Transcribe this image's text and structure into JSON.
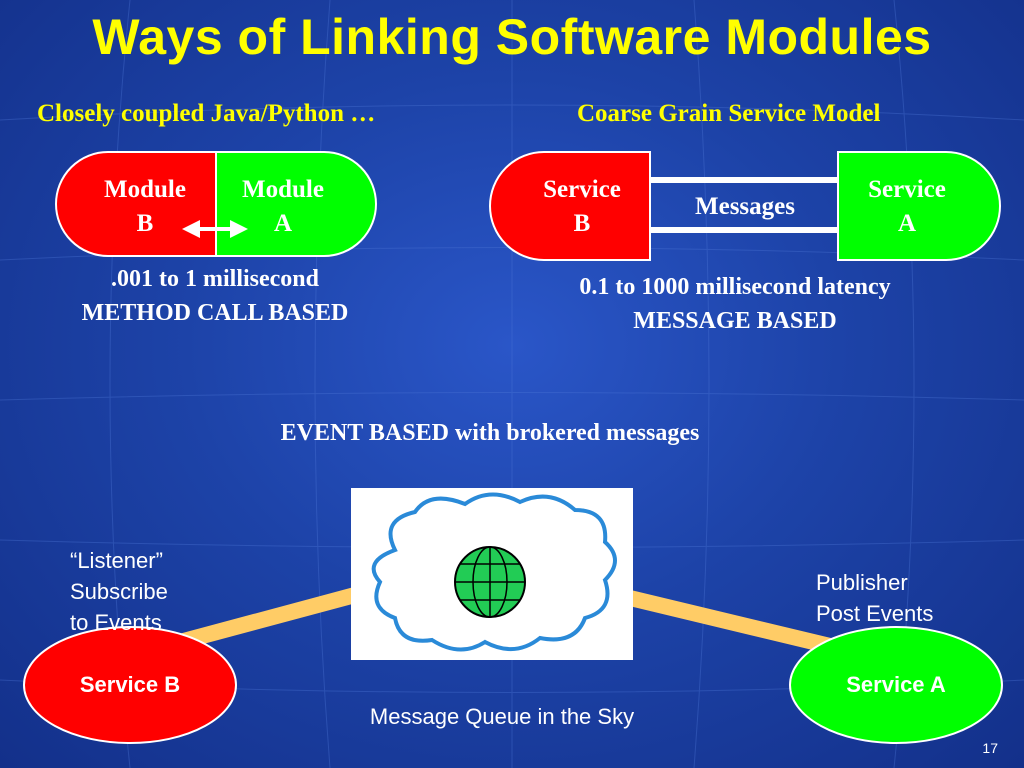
{
  "title": "Ways of Linking Software Modules",
  "left_panel": {
    "heading": "Closely coupled Java/Python …",
    "module_b": [
      "Module",
      "B"
    ],
    "module_a": [
      "Module",
      "A"
    ],
    "caption": [
      ".001 to 1 millisecond",
      "METHOD CALL BASED"
    ]
  },
  "right_panel": {
    "heading": "Coarse Grain Service Model",
    "service_b": [
      "Service",
      "B"
    ],
    "service_a": [
      "Service",
      "A"
    ],
    "link_label": "Messages",
    "caption": [
      "0.1 to 1000 millisecond latency",
      "MESSAGE BASED"
    ]
  },
  "event_section": {
    "heading": "EVENT BASED with brokered messages",
    "listener_label": [
      "“Listener”",
      "Subscribe",
      "to Events"
    ],
    "publisher_label": [
      "Publisher",
      "Post Events"
    ],
    "service_b_label": "Service B",
    "service_a_label": "Service A",
    "queue_caption": "Message Queue in the Sky"
  },
  "page_number": "17",
  "colors": {
    "title": "#ffff00",
    "red": "#ff0000",
    "green": "#00ff00",
    "link": "#ffcc66",
    "background": "#1d43a8"
  },
  "icons": [
    "globe-icon",
    "cloud-icon",
    "double-arrow-icon"
  ]
}
